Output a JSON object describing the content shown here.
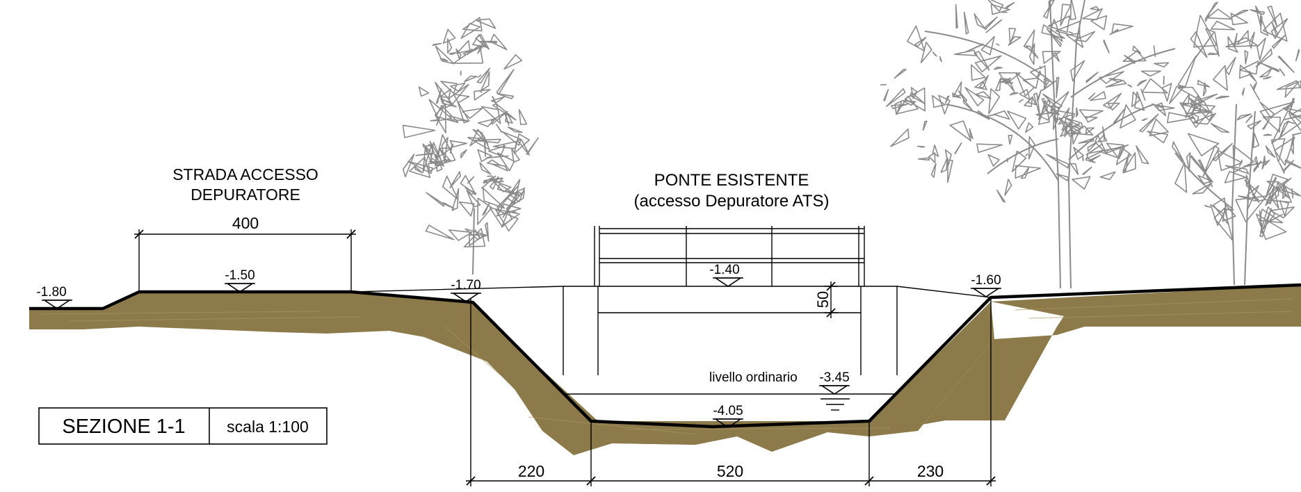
{
  "title_block": {
    "section": "SEZIONE  1-1",
    "scale": "scala  1:100"
  },
  "labels": {
    "road": [
      "STRADA  ACCESSO",
      "DEPURATORE"
    ],
    "bridge": [
      "PONTE ESISTENTE",
      "(accesso Depuratore ATS)"
    ],
    "water": "livello ordinario"
  },
  "elevations": {
    "left_edge": "-1.80",
    "road": "-1.50",
    "bank_left": "-1.70",
    "bridge_deck": "-1.40",
    "bank_right": "-1.60",
    "water_level": "-3.45",
    "channel_bottom": "-4.05"
  },
  "dimensions": {
    "road_width": "400",
    "deck_thickness": "50",
    "left_slope": "220",
    "channel_bottom": "520",
    "right_slope": "230"
  },
  "colors": {
    "ground": "#8c7a4a",
    "vegetation": "#8a8a8a",
    "line": "#000000"
  }
}
